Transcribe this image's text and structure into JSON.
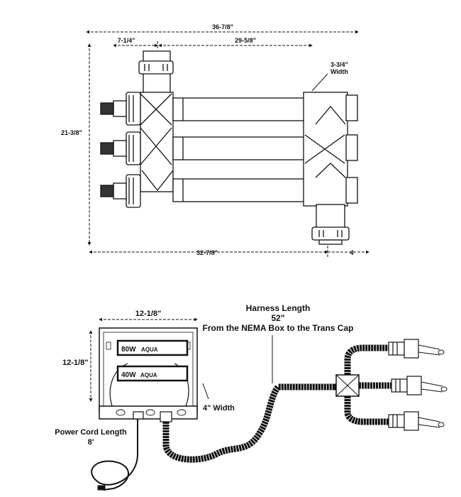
{
  "top_diagram": {
    "overall_width": "36-7/8\"",
    "inlet_offset": "7-1/4\"",
    "tube_span": "29-5/8\"",
    "manifold_width_value": "3-3/4\"",
    "manifold_width_word": "Width",
    "overall_height": "21-3/8\"",
    "base_length": "32-7/8\"",
    "outlet_width": "4"
  },
  "bottom_diagram": {
    "box_width": "12-1/8\"",
    "box_height": "12-1/8\"",
    "box_depth": "4\" Width",
    "ballast_top_label": "80W",
    "ballast_bottom_label": "40W",
    "brand_text": "AQUA",
    "harness_title": "Harness Length",
    "harness_length": "52\"",
    "harness_note": "From the NEMA Box to the Trans Cap",
    "power_cord_title": "Power Cord Length",
    "power_cord_length": "8'"
  },
  "colors": {
    "line": "#111111",
    "fill": "#ffffff",
    "harness": "#111111"
  }
}
